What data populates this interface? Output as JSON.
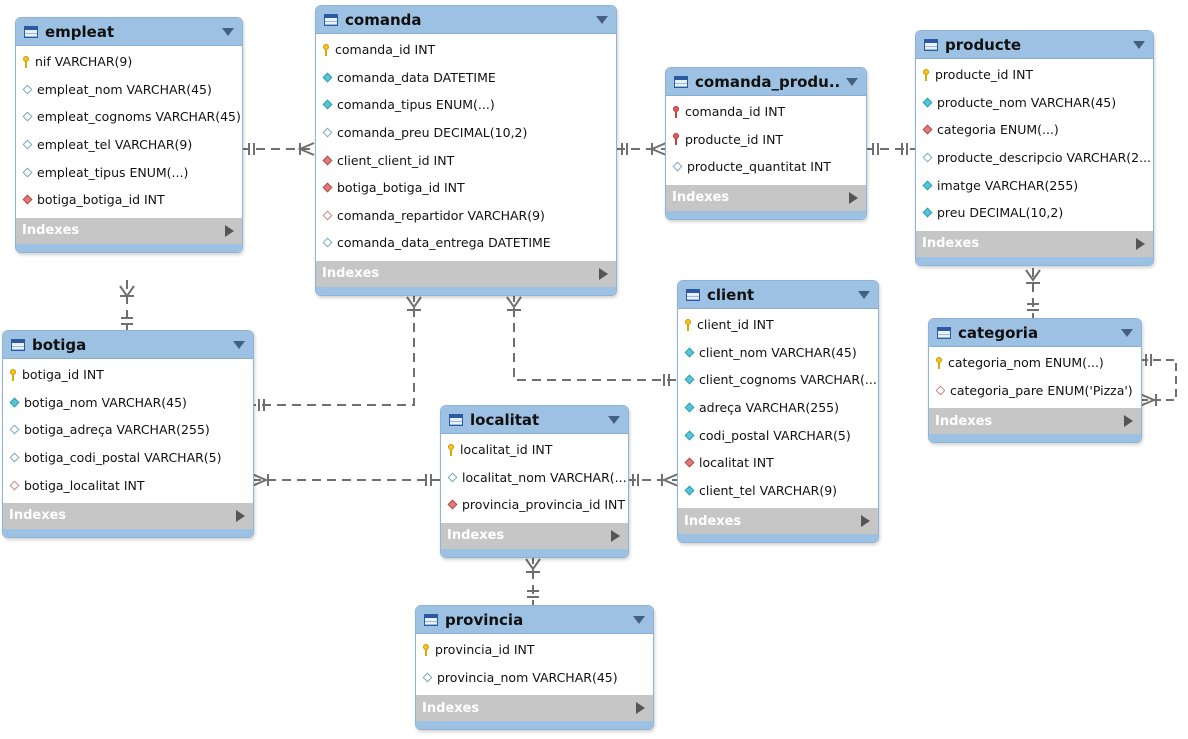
{
  "tables": {
    "empleat": {
      "name": "empleat",
      "columns": [
        {
          "text": "nif VARCHAR(9)",
          "icon": "pk"
        },
        {
          "text": "empleat_nom VARCHAR(45)",
          "icon": "hollow"
        },
        {
          "text": "empleat_cognoms VARCHAR(45)",
          "icon": "hollow"
        },
        {
          "text": "empleat_tel VARCHAR(9)",
          "icon": "hollow"
        },
        {
          "text": "empleat_tipus ENUM(...)",
          "icon": "hollow"
        },
        {
          "text": "botiga_botiga_id INT",
          "icon": "fk"
        }
      ],
      "indexes": "Indexes"
    },
    "comanda": {
      "name": "comanda",
      "columns": [
        {
          "text": "comanda_id INT",
          "icon": "pk"
        },
        {
          "text": "comanda_data DATETIME",
          "icon": "cyan"
        },
        {
          "text": "comanda_tipus ENUM(...)",
          "icon": "cyan"
        },
        {
          "text": "comanda_preu DECIMAL(10,2)",
          "icon": "hollow"
        },
        {
          "text": "client_client_id INT",
          "icon": "fk"
        },
        {
          "text": "botiga_botiga_id INT",
          "icon": "fk"
        },
        {
          "text": "comanda_repartidor VARCHAR(9)",
          "icon": "hollowfk"
        },
        {
          "text": "comanda_data_entrega DATETIME",
          "icon": "hollow"
        }
      ],
      "indexes": "Indexes"
    },
    "comanda_producte": {
      "name": "comanda_produ...",
      "columns": [
        {
          "text": "comanda_id INT",
          "icon": "pkfk"
        },
        {
          "text": "producte_id INT",
          "icon": "pkfk"
        },
        {
          "text": "producte_quantitat INT",
          "icon": "hollow"
        }
      ],
      "indexes": "Indexes"
    },
    "producte": {
      "name": "producte",
      "columns": [
        {
          "text": "producte_id INT",
          "icon": "pk"
        },
        {
          "text": "producte_nom VARCHAR(45)",
          "icon": "cyan"
        },
        {
          "text": "categoria ENUM(...)",
          "icon": "fk"
        },
        {
          "text": "producte_descripcio VARCHAR(2...",
          "icon": "hollow"
        },
        {
          "text": "imatge VARCHAR(255)",
          "icon": "cyan"
        },
        {
          "text": "preu DECIMAL(10,2)",
          "icon": "cyan"
        }
      ],
      "indexes": "Indexes"
    },
    "categoria": {
      "name": "categoria",
      "columns": [
        {
          "text": "categoria_nom ENUM(...)",
          "icon": "pk"
        },
        {
          "text": "categoria_pare ENUM('Pizza')",
          "icon": "hollowfk"
        }
      ],
      "indexes": "Indexes"
    },
    "botiga": {
      "name": "botiga",
      "columns": [
        {
          "text": "botiga_id INT",
          "icon": "pk"
        },
        {
          "text": "botiga_nom VARCHAR(45)",
          "icon": "cyan"
        },
        {
          "text": "botiga_adreça VARCHAR(255)",
          "icon": "hollow"
        },
        {
          "text": "botiga_codi_postal VARCHAR(5)",
          "icon": "hollow"
        },
        {
          "text": "botiga_localitat INT",
          "icon": "hollowfk"
        }
      ],
      "indexes": "Indexes"
    },
    "client": {
      "name": "client",
      "columns": [
        {
          "text": "client_id INT",
          "icon": "pk"
        },
        {
          "text": "client_nom VARCHAR(45)",
          "icon": "cyan"
        },
        {
          "text": "client_cognoms VARCHAR(...",
          "icon": "cyan"
        },
        {
          "text": "adreça VARCHAR(255)",
          "icon": "cyan"
        },
        {
          "text": "codi_postal VARCHAR(5)",
          "icon": "cyan"
        },
        {
          "text": "localitat INT",
          "icon": "fk"
        },
        {
          "text": "client_tel VARCHAR(9)",
          "icon": "cyan"
        }
      ],
      "indexes": "Indexes"
    },
    "localitat": {
      "name": "localitat",
      "columns": [
        {
          "text": "localitat_id INT",
          "icon": "pk"
        },
        {
          "text": "localitat_nom VARCHAR(...",
          "icon": "hollow"
        },
        {
          "text": "provincia_provincia_id INT",
          "icon": "fk"
        }
      ],
      "indexes": "Indexes"
    },
    "provincia": {
      "name": "provincia",
      "columns": [
        {
          "text": "provincia_id INT",
          "icon": "pk"
        },
        {
          "text": "provincia_nom VARCHAR(45)",
          "icon": "hollow"
        }
      ],
      "indexes": "Indexes"
    }
  },
  "colors": {
    "header": "#9dc1e2",
    "indexes_bar": "#c6c6c6",
    "connector": "#6f6f6f"
  }
}
